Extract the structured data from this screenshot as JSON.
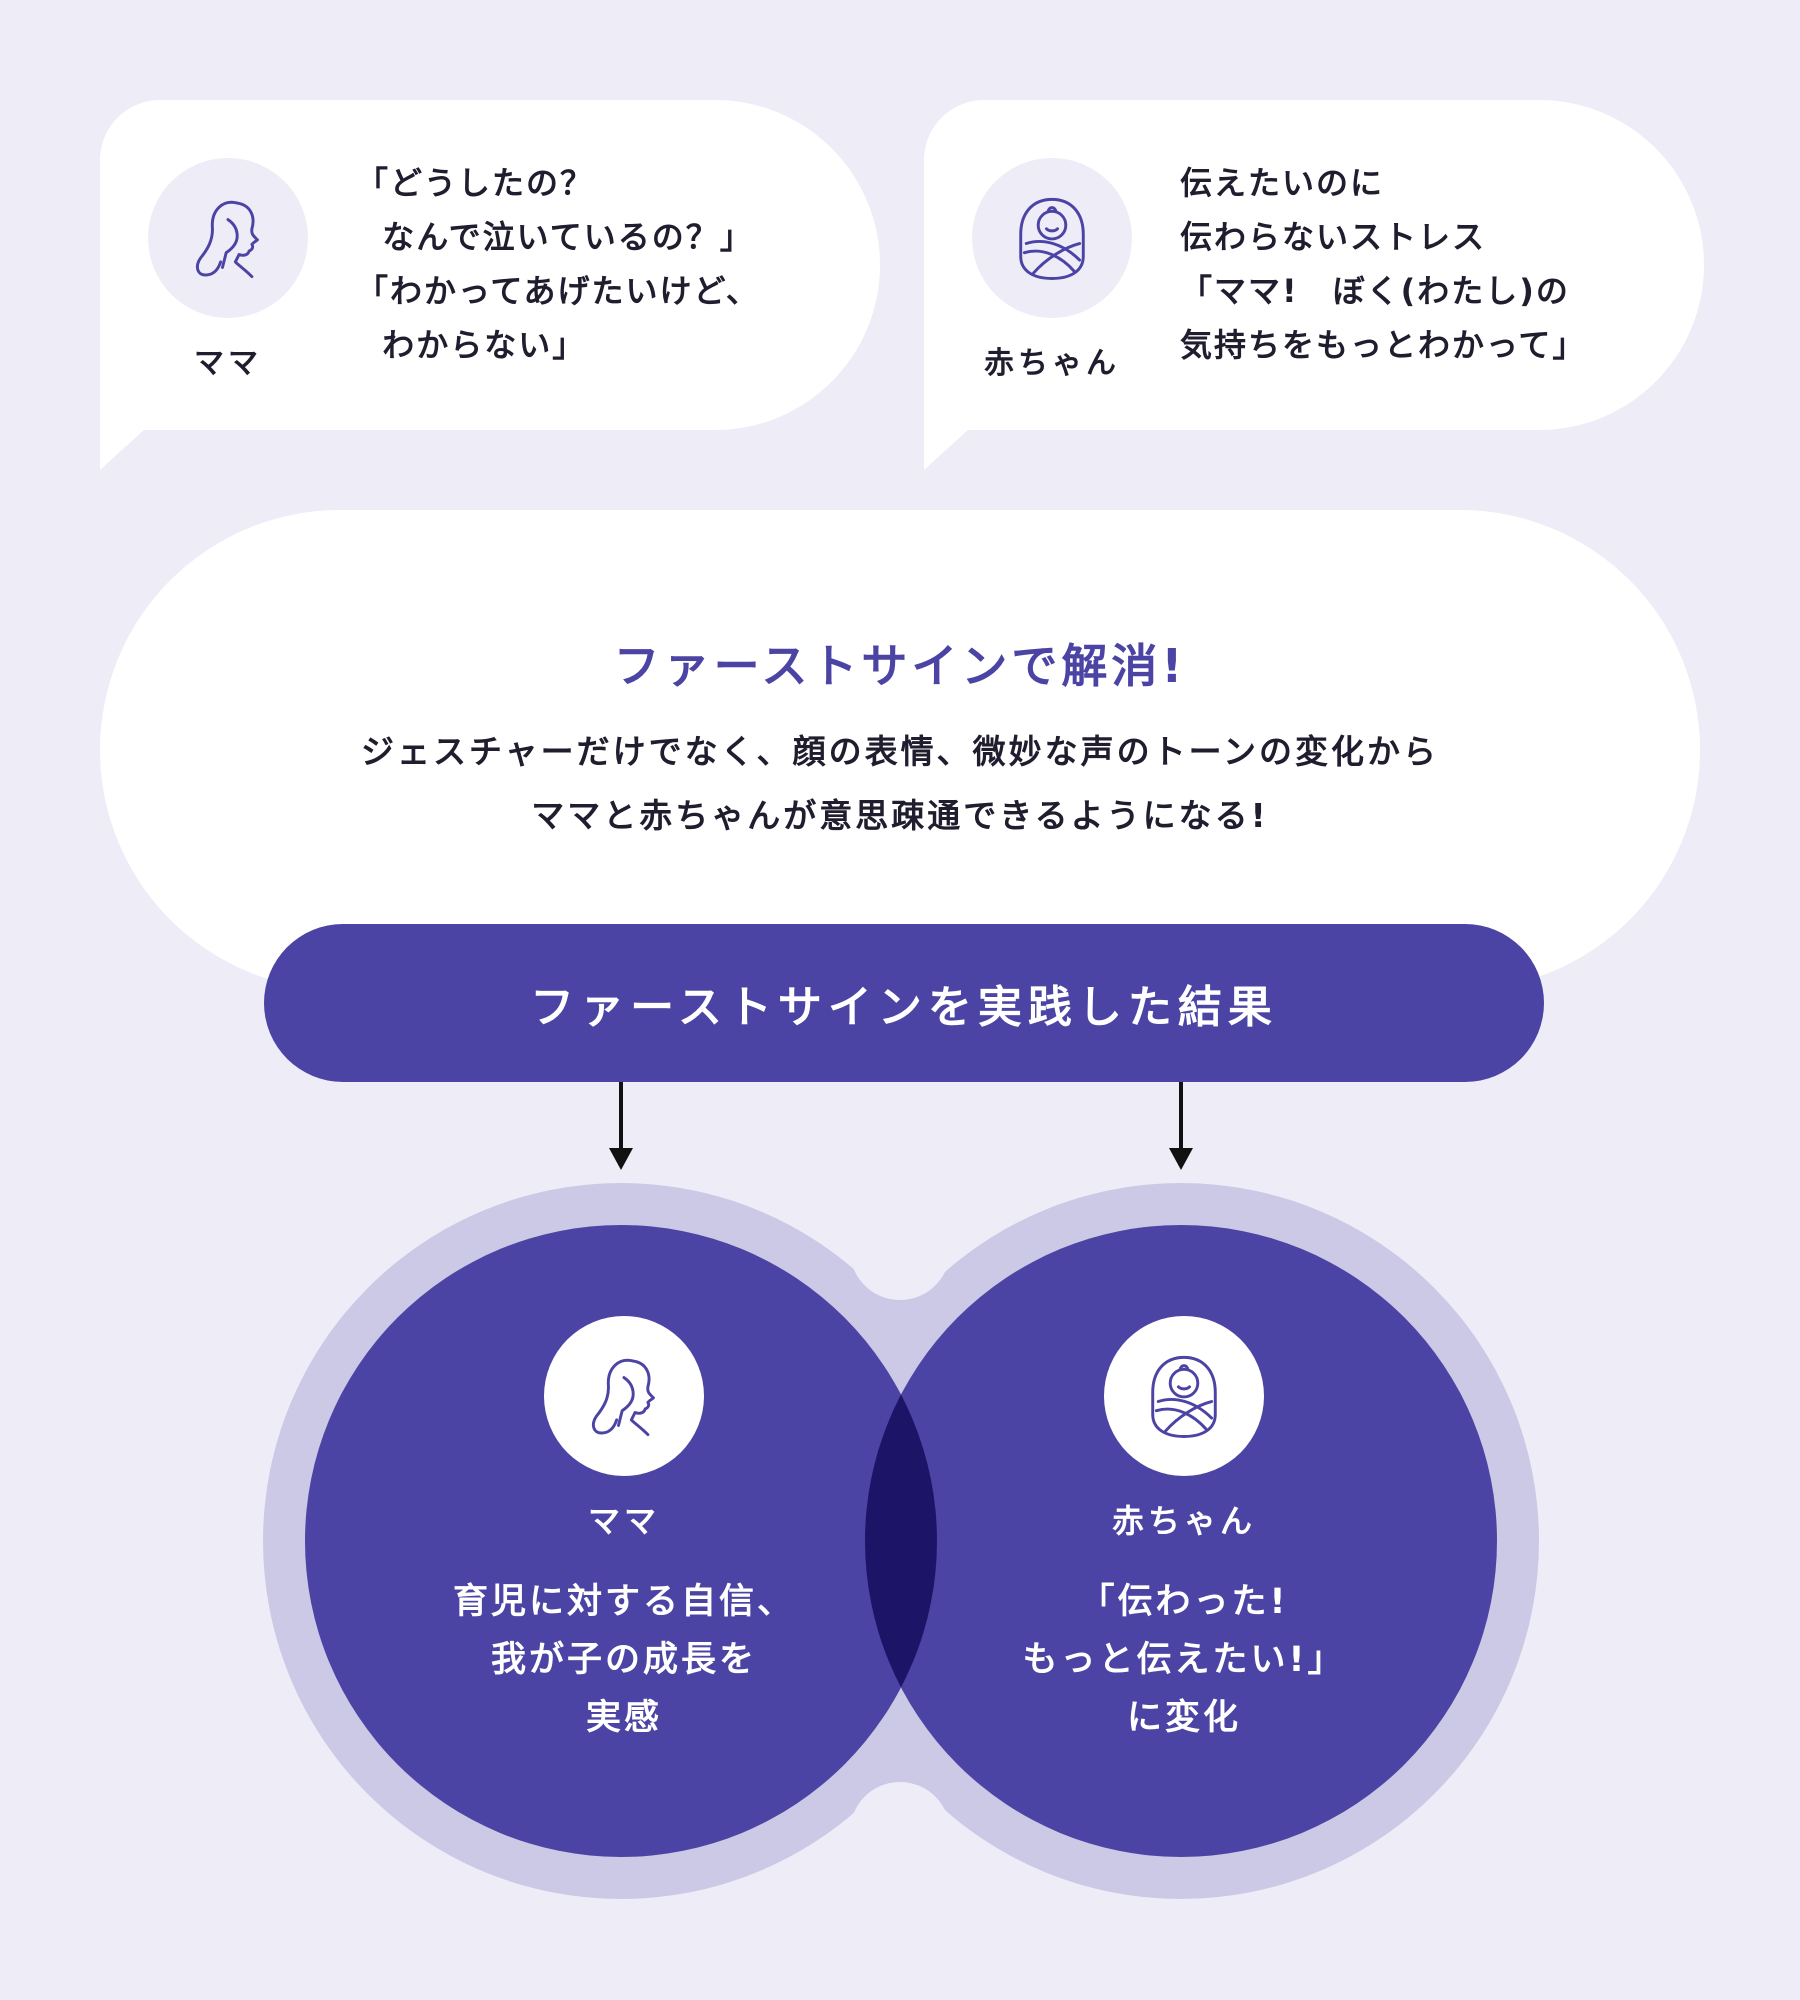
{
  "colors": {
    "background": "#eeedf7",
    "panel": "#ffffff",
    "accent": "#4c44a4",
    "accent_light": "#ccc9e6",
    "overlap": "#1c1567",
    "text": "#1f1d2e"
  },
  "bubbles": {
    "mama": {
      "icon": "woman-profile-icon",
      "name": "ママ",
      "lines": "「どうしたの？\n  なんで泣いているの？」\n「わかってあげたいけど、\n  わからない」"
    },
    "baby": {
      "icon": "swaddled-baby-icon",
      "name": "赤ちゃん",
      "lines": "伝えたいのに\n伝わらないストレス\n「ママ!　ぼく(わたし)の\n気持ちをもっとわかって」"
    }
  },
  "solution": {
    "title": "ファーストサインで解消!",
    "line1": "ジェスチャーだけでなく、顔の表情、微妙な声のトーンの変化から",
    "line2": "ママと赤ちゃんが意思疎通できるようになる!"
  },
  "result": {
    "title": "ファーストサインを実践した結果"
  },
  "venn": {
    "mama": {
      "icon": "woman-profile-icon",
      "name": "ママ",
      "text": "育児に対する自信、\n我が子の成長を\n実感"
    },
    "baby": {
      "icon": "swaddled-baby-icon",
      "name": "赤ちゃん",
      "text": "「伝わった!\nもっと伝えたい!」\nに変化"
    }
  }
}
